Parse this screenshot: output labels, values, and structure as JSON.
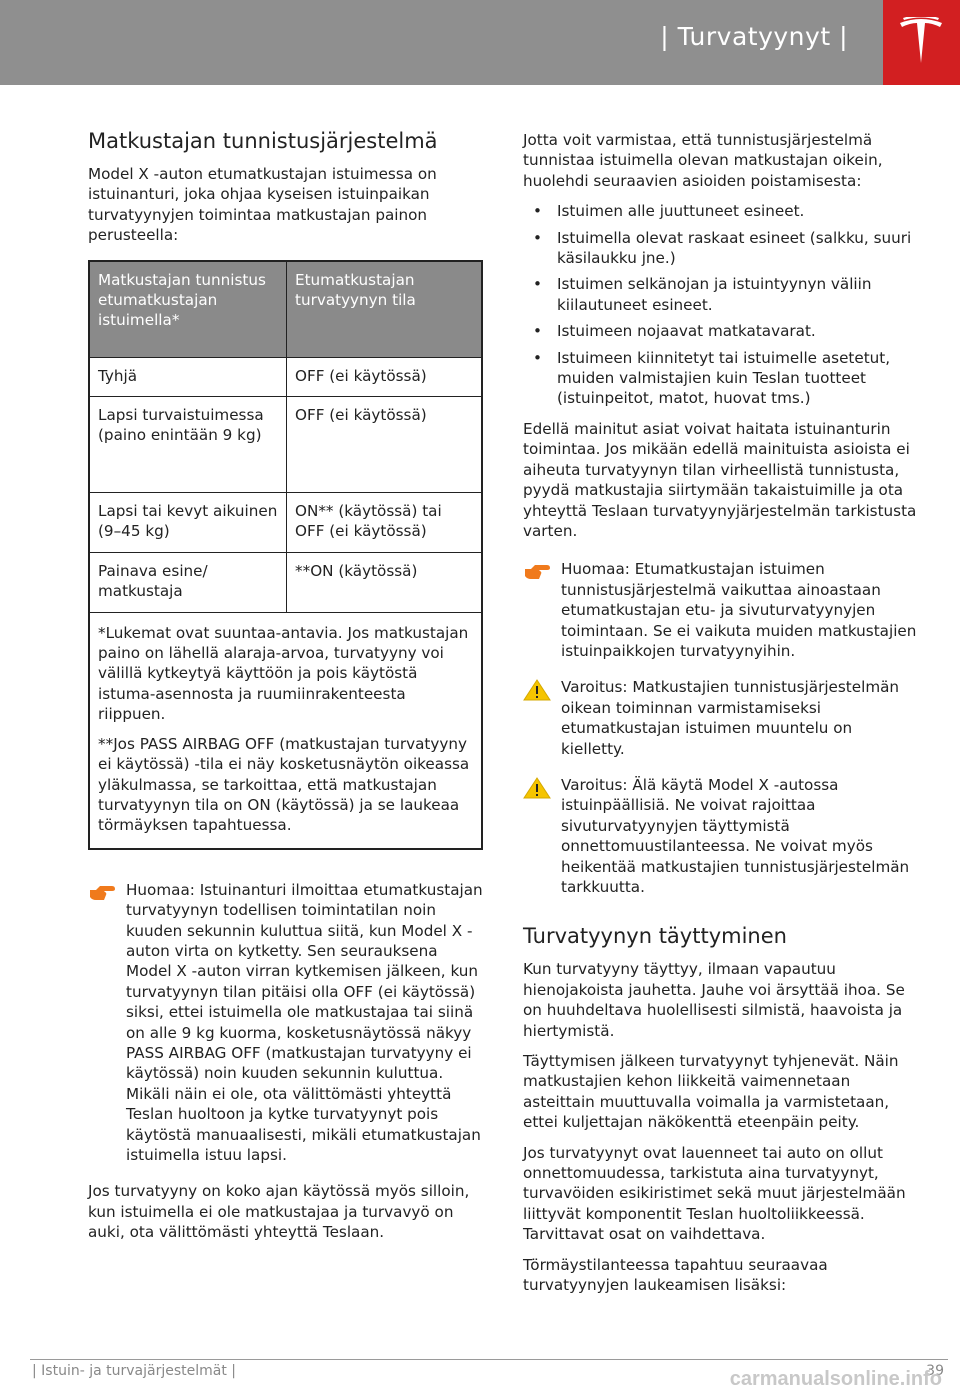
{
  "header": {
    "section_title": "| Turvatyynyt |",
    "logo_name": "tesla-logo"
  },
  "left": {
    "heading": "Matkustajan tunnistusjärjestelmä",
    "intro": "Model X -auton etumatkustajan istuimessa on istuinanturi, joka ohjaa kyseisen istuinpaikan turvatyynyjen toimintaa matkustajan painon perusteella:",
    "table": {
      "headers": [
        "Matkustajan tunnistus etumatkustajan istuimella*",
        "Etumatkustajan turvatyynyn tila"
      ],
      "rows": [
        [
          "Tyhjä",
          "OFF (ei käytössä)"
        ],
        [
          "Lapsi turvaistuimessa (paino enintään 9 kg)",
          "OFF (ei käytössä)"
        ],
        [
          "Lapsi tai kevyt aikuinen (9–45 kg)",
          "ON** (käytössä) tai OFF (ei käytössä)"
        ],
        [
          "Painava esine/ matkustaja",
          "**ON (käytössä)"
        ]
      ],
      "note1": "*Lukemat ovat suuntaa-antavia. Jos matkustajan paino on lähellä alaraja-arvoa, turvatyyny voi välillä kytkeytyä käyttöön ja pois käytöstä istuma-asennosta ja ruumiinrakenteesta riippuen.",
      "note2": "**Jos PASS AIRBAG OFF (matkustajan turvatyyny ei käytössä) -tila ei näy kosketusnäytön oikeassa yläkulmassa, se tarkoittaa, että matkustajan turvatyynyn tila on ON (käytössä) ja se laukeaa törmäyksen tapahtuessa."
    },
    "note_callout": "Huomaa: Istuinanturi ilmoittaa etumatkustajan turvatyynyn todellisen toimintatilan noin kuuden sekunnin kuluttua siitä, kun Model X -auton virta on kytketty. Sen seurauksena Model X -auton virran kytkemisen jälkeen, kun turvatyynyn tilan pitäisi olla OFF (ei käytössä) siksi, ettei istuimella ole matkustajaa tai siinä on alle 9 kg kuorma, kosketusnäytössä näkyy PASS AIRBAG OFF (matkustajan turvatyyny ei käytössä) noin kuuden sekunnin kuluttua. Mikäli näin ei ole, ota välittömästi yhteyttä Teslan huoltoon ja kytke turvatyynyt pois käytöstä manuaalisesti, mikäli etumatkustajan istuimella istuu lapsi.",
    "closing": "Jos turvatyyny on koko ajan käytössä myös silloin, kun istuimella ei ole matkustajaa ja turvavyö on auki, ota välittömästi yhteyttä Teslaan."
  },
  "right": {
    "intro": "Jotta voit varmistaa, että tunnistusjärjestelmä tunnistaa istuimella olevan matkustajan oikein, huolehdi seuraavien asioiden poistamisesta:",
    "bullets": [
      "Istuimen alle juuttuneet esineet.",
      "Istuimella olevat raskaat esineet (salkku, suuri käsilaukku jne.)",
      "Istuimen selkänojan ja istuintyynyn väliin kiilautuneet esineet.",
      "Istuimeen nojaavat matkatavarat.",
      "Istuimeen kiinnitetyt tai istuimelle asetetut, muiden valmistajien kuin Teslan tuotteet (istuinpeitot, matot, huovat tms.)"
    ],
    "para1": "Edellä mainitut asiat voivat haitata istuinanturin toimintaa. Jos mikään edellä mainituista asioista ei aiheuta turvatyynyn tilan virheellistä tunnistusta, pyydä matkustajia siirtymään takaistuimille ja ota yhteyttä Teslaan turvatyynyjärjestelmän tarkistusta varten.",
    "note": "Huomaa: Etumatkustajan istuimen tunnistusjärjestelmä vaikuttaa ainoastaan etumatkustajan etu- ja sivuturvatyynyjen toimintaan. Se ei vaikuta muiden matkustajien istuinpaikkojen turvatyynyihin.",
    "warning1": "Varoitus: Matkustajien tunnistusjärjestelmän oikean toiminnan varmistamiseksi etumatkustajan istuimen muuntelu on kielletty.",
    "warning2": "Varoitus: Älä käytä Model X -autossa istuinpäällisiä. Ne voivat rajoittaa sivuturvatyynyjen täyttymistä onnettomuustilanteessa. Ne voivat myös heikentää matkustajien tunnistusjärjestelmän tarkkuutta.",
    "heading2": "Turvatyynyn täyttyminen",
    "para2": "Kun turvatyyny täyttyy, ilmaan vapautuu hienojakoista jauhetta. Jauhe voi ärsyttää ihoa. Se on huuhdeltava huolellisesti silmistä, haavoista ja hiertymistä.",
    "para3": "Täyttymisen jälkeen turvatyynyt tyhjenevät. Näin matkustajien kehon liikkeitä vaimennetaan asteittain muuttuvalla voimalla ja varmistetaan, ettei kuljettajan näkökenttä eteenpäin peity.",
    "para4": "Jos turvatyynyt ovat lauenneet tai auto on ollut onnettomuudessa, tarkistuta aina turvatyynyt, turvavöiden esikiristimet sekä muut järjestelmään liittyvät komponentit Teslan huoltoliikkeessä. Tarvittavat osat on vaihdettava.",
    "para5": "Törmäystilanteessa tapahtuu seuraavaa turvatyynyjen laukeamisen lisäksi:"
  },
  "footer": {
    "section": "| Istuin- ja turvajärjestelmät |",
    "page": "39",
    "watermark": "carmanualsonline.info"
  },
  "colors": {
    "header_bg": "#8f8f8f",
    "logo_bg": "#d21f21",
    "note_icon": "#f07a1c",
    "warning_icon": "#f5c400"
  }
}
